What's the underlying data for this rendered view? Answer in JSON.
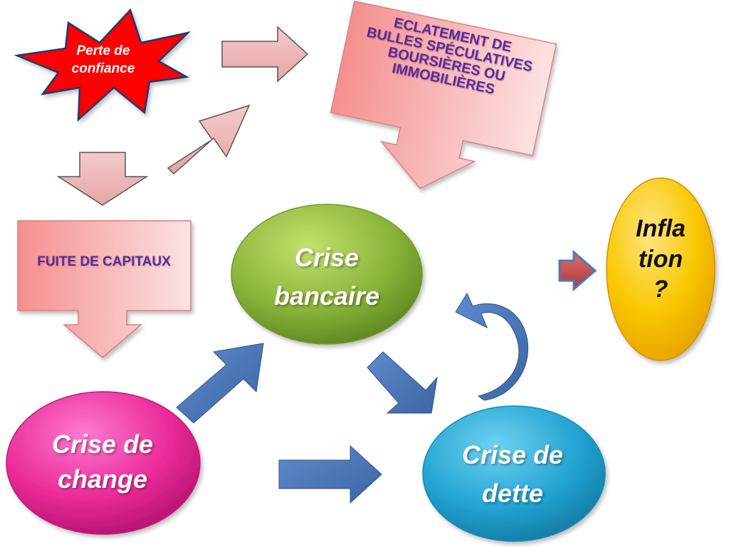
{
  "nodes": {
    "perte": {
      "text": "Perte de\nconfiance",
      "color": "#ff0000"
    },
    "eclatement": {
      "text": "ECLATEMENT DE\nBULLES SPÉCULATIVES\nBOURSIÈRES OU\nIMMOBILIÈRES",
      "color": "#f4a5a5"
    },
    "fuite": {
      "text": "FUITE DE CAPITAUX",
      "color": "#f4a5a5"
    },
    "bancaire": {
      "text": "Crise\nbancaire",
      "color": "#8cb33c"
    },
    "change": {
      "text": "Crise de\nchange",
      "color": "#ec2f9c"
    },
    "dette": {
      "text": "Crise de\ndette",
      "color": "#26a9d4"
    },
    "inflation": {
      "text": "Infla\ntion\n?",
      "color": "#f7c200"
    }
  },
  "colors": {
    "pink_arrow": "#eab6b6",
    "blue_arrow": "#4d78b8",
    "red_arrow": "#c0504d",
    "text_purple": "#5b2a9a"
  }
}
